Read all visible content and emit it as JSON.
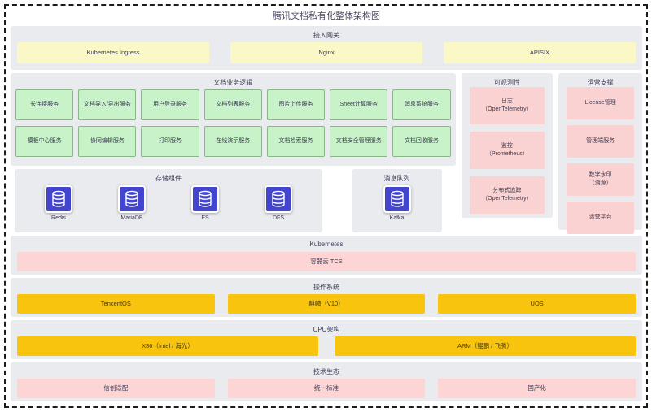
{
  "title": "腾讯文档私有化整体架构图",
  "colors": {
    "panel_gray": "#eaebef",
    "yellow": "#fbf8c8",
    "green": "#c8f2c8",
    "pink": "#fbd2d2",
    "gold": "#f8c40e",
    "db_blue": "#4345cf"
  },
  "gateway": {
    "title": "接入网关",
    "items": [
      "Kubernetes Ingress",
      "Nginx",
      "APISIX"
    ]
  },
  "business": {
    "title": "文档业务逻辑",
    "row1": [
      "长连接服务",
      "文档导入/导出服务",
      "用户登录服务",
      "文档列表服务",
      "图片上传服务",
      "Sheet计算服务",
      "消息系统服务"
    ],
    "row2": [
      "模板中心服务",
      "协同编辑服务",
      "打印服务",
      "在线演示服务",
      "文档检索服务",
      "文档安全管理服务",
      "文档回收服务"
    ]
  },
  "storage": {
    "title": "存储组件",
    "items": [
      "Redis",
      "MariaDB",
      "ES",
      "DFS"
    ]
  },
  "mq": {
    "title": "消息队列",
    "items": [
      "Kafka"
    ]
  },
  "observability": {
    "title": "可观测性",
    "items": [
      {
        "line1": "日志",
        "line2": "（OpenTelemetry）"
      },
      {
        "line1": "监控",
        "line2": "（Prometheus）"
      },
      {
        "line1": "分布式追踪",
        "line2": "（OpenTelemetry）"
      }
    ]
  },
  "operation": {
    "title": "运营支撑",
    "items": [
      {
        "line1": "License管理",
        "line2": ""
      },
      {
        "line1": "管理端服务",
        "line2": ""
      },
      {
        "line1": "数字水印",
        "line2": "（溯源）"
      },
      {
        "line1": "运营平台",
        "line2": ""
      }
    ]
  },
  "kubernetes": {
    "title": "Kubernetes",
    "items": [
      "容器云 TCS"
    ]
  },
  "os": {
    "title": "操作系统",
    "items": [
      "TencentOS",
      "麒麟（V10）",
      "UOS"
    ]
  },
  "cpu": {
    "title": "CPU架构",
    "items": [
      "X86（Intel / 海光）",
      "ARM（鲲鹏 / 飞腾）"
    ]
  },
  "eco": {
    "title": "技术生态",
    "items": [
      "信创适配",
      "统一标准",
      "国产化"
    ]
  }
}
